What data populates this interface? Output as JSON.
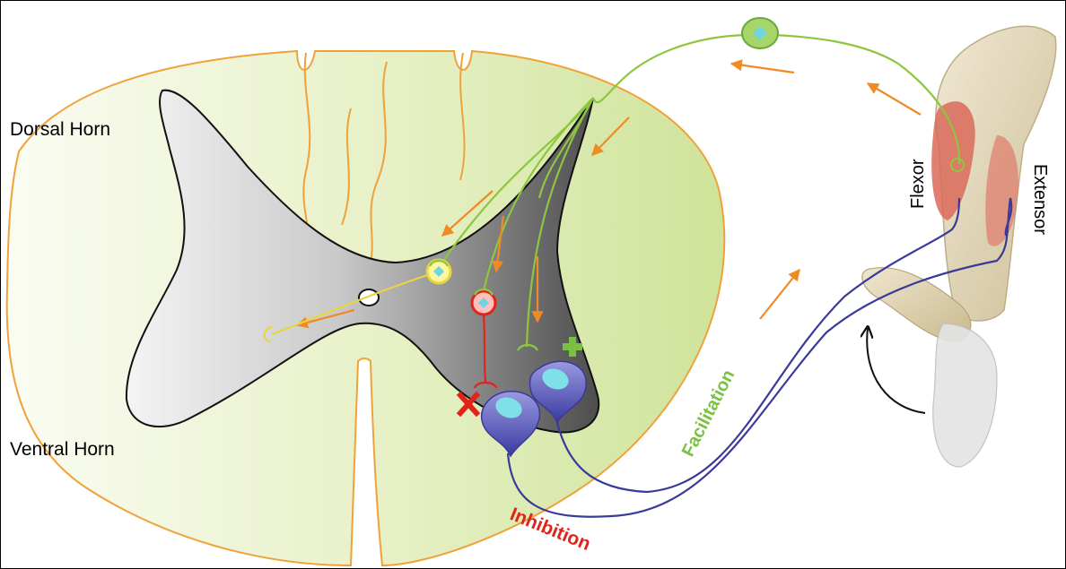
{
  "labels": {
    "dorsal_horn": "Dorsal Horn",
    "ventral_horn": "Ventral Horn",
    "flexor": "Flexor",
    "extensor": "Extensor",
    "facilitation": "Facilitation",
    "inhibition": "Inhibition"
  },
  "colors": {
    "white_matter": "#dbe9b0",
    "outline_orange": "#f0a23a",
    "afferent_green": "#8ec63f",
    "motor_blue": "#3a3a9a",
    "inhibition_red": "#e2231a",
    "facilitation_green": "#7ac143",
    "interneuron_yellow": "#f2e04a",
    "arrow_orange": "#f08a24"
  },
  "symbols": {
    "inhibition_mark": "cross-icon",
    "facilitation_mark": "plus-icon"
  }
}
